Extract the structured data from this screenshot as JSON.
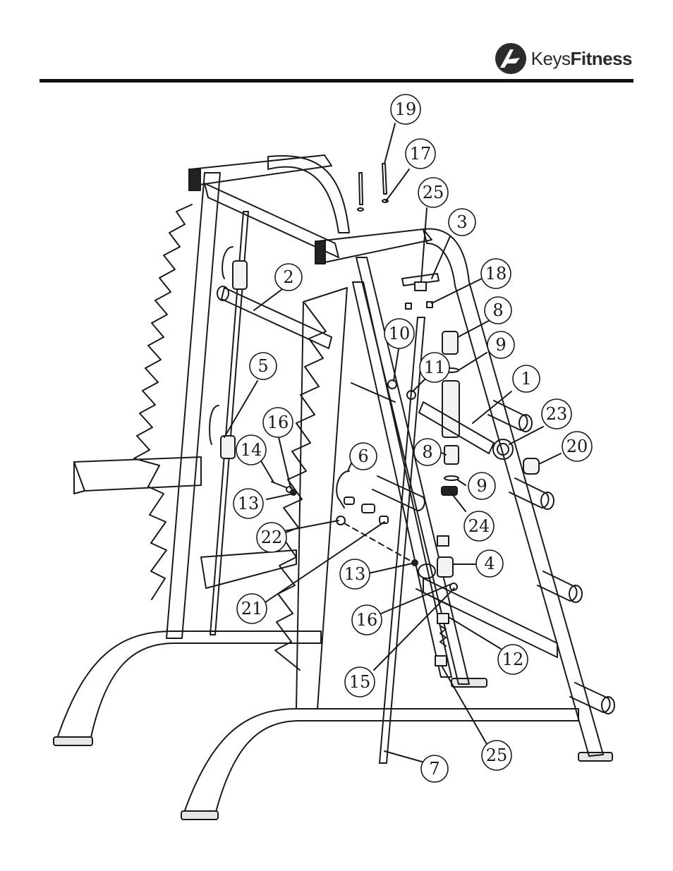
{
  "brand": {
    "name_part1": "Keys",
    "name_part2": "Fitness"
  },
  "callouts": [
    {
      "id": "c19",
      "label": "19"
    },
    {
      "id": "c17",
      "label": "17"
    },
    {
      "id": "c25a",
      "label": "25"
    },
    {
      "id": "c3",
      "label": "3"
    },
    {
      "id": "c18",
      "label": "18"
    },
    {
      "id": "c2",
      "label": "2"
    },
    {
      "id": "c8a",
      "label": "8"
    },
    {
      "id": "c10",
      "label": "10"
    },
    {
      "id": "c9a",
      "label": "9"
    },
    {
      "id": "c11",
      "label": "11"
    },
    {
      "id": "c5",
      "label": "5"
    },
    {
      "id": "c1",
      "label": "1"
    },
    {
      "id": "c23",
      "label": "23"
    },
    {
      "id": "c16a",
      "label": "16"
    },
    {
      "id": "c20",
      "label": "20"
    },
    {
      "id": "c6",
      "label": "6"
    },
    {
      "id": "c8b",
      "label": "8"
    },
    {
      "id": "c14",
      "label": "14"
    },
    {
      "id": "c9b",
      "label": "9"
    },
    {
      "id": "c13a",
      "label": "13"
    },
    {
      "id": "c24",
      "label": "24"
    },
    {
      "id": "c22",
      "label": "22"
    },
    {
      "id": "c4",
      "label": "4"
    },
    {
      "id": "c13b",
      "label": "13"
    },
    {
      "id": "c21",
      "label": "21"
    },
    {
      "id": "c16b",
      "label": "16"
    },
    {
      "id": "c12",
      "label": "12"
    },
    {
      "id": "c15",
      "label": "15"
    },
    {
      "id": "c25b",
      "label": "25"
    },
    {
      "id": "c7",
      "label": "7"
    }
  ]
}
